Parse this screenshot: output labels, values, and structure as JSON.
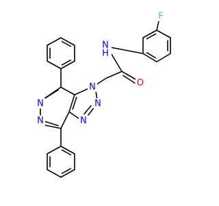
{
  "colors": {
    "bond": "#000000",
    "N": "#0000ff",
    "O": "#ff0000",
    "F": "#33cccc",
    "C": "#000000"
  },
  "atoms": [
    {
      "id": "F",
      "symbol": "F"
    },
    {
      "id": "NH",
      "symbol": "N",
      "label": "H"
    },
    {
      "id": "O",
      "symbol": "O"
    },
    {
      "id": "N1",
      "symbol": "N"
    },
    {
      "id": "N2",
      "symbol": "N"
    },
    {
      "id": "N3",
      "symbol": "N"
    },
    {
      "id": "N5",
      "symbol": "N"
    },
    {
      "id": "N6",
      "symbol": "N"
    }
  ]
}
